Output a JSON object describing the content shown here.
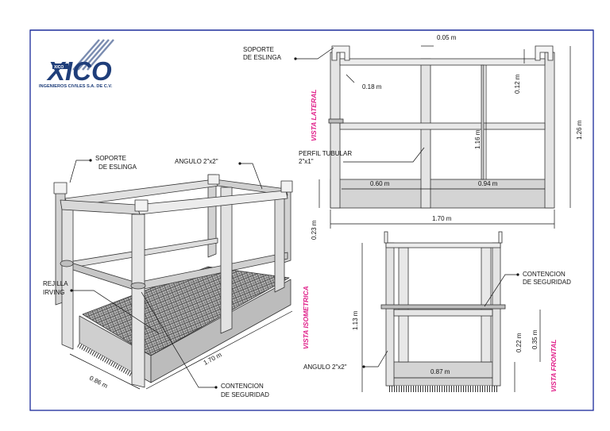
{
  "colors": {
    "frame_blue": "#1a2a9a",
    "logo_blue": "#1f3e7a",
    "view_label": "#e0218a",
    "steel": "#d9d9d9",
    "grating": "#888888"
  },
  "logo": {
    "brand": "XICO",
    "tag": "XICO",
    "company": "INGENIEROS CIVILES S.A. DE C.V."
  },
  "isometric": {
    "view_label": "VISTA ISOMETRICA",
    "callout_sling_support": "SOPORTE\nDE ESLINGA",
    "callout_angle": "ANGULO 2\"x2\"",
    "callout_grating": "REJILLA\nIRVING",
    "callout_safety": "CONTENCION\nDE SEGURIDAD",
    "dim_length": "1.70 m",
    "dim_width": "0.86 m"
  },
  "lateral": {
    "view_label": "VISTA LATERAL",
    "callout_sling_support": "SOPORTE\nDE ESLINGA",
    "callout_tube": "PERFIL TUBULAR\n2\"x1\"",
    "dim_gap": "0.05 m",
    "dim_post": "0.18 m",
    "dim_top": "0.12 m",
    "dim_inner_height": "1.16 m",
    "dim_total_height": "1.26 m",
    "dim_left_bay": "0.60 m",
    "dim_right_bay": "0.94 m",
    "dim_length": "1.70 m",
    "dim_toe": "0.23 m"
  },
  "frontal": {
    "view_label": "VISTA FRONTAL",
    "callout_safety": "CONTENCION\nDE SEGURIDAD",
    "callout_angle": "ANGULO 2\"x2\"",
    "dim_height": "1.13 m",
    "dim_rail": "0.35 m",
    "dim_toe": "0.22 m",
    "dim_width": "0.87 m"
  }
}
